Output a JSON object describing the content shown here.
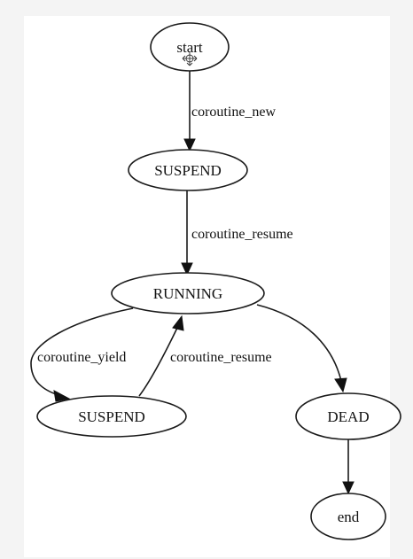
{
  "diagram": {
    "nodes": {
      "start": "start",
      "suspend_top": "SUSPEND",
      "running": "RUNNING",
      "suspend_bottom": "SUSPEND",
      "dead": "DEAD",
      "end": "end"
    },
    "edges": {
      "new": "coroutine_new",
      "resume_main": "coroutine_resume",
      "yield": "coroutine_yield",
      "resume_back": "coroutine_resume"
    }
  }
}
